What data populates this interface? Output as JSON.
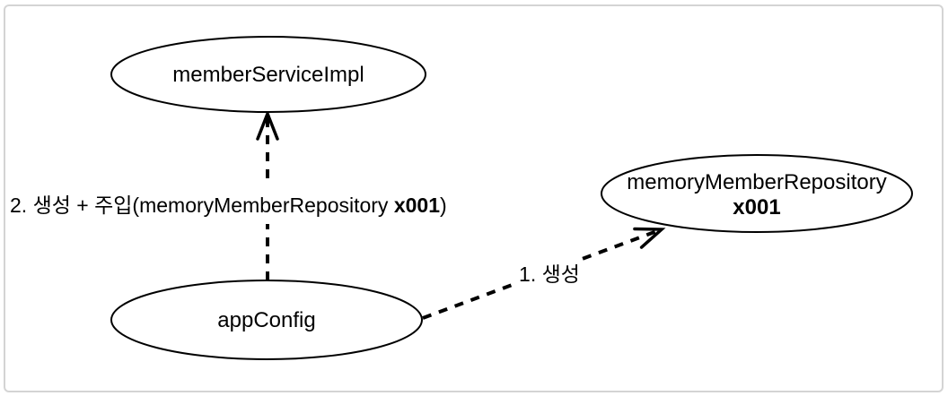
{
  "diagram": {
    "title": "spring-di-object-diagram",
    "nodes": {
      "member_service_impl": {
        "label": "memberServiceImpl"
      },
      "app_config": {
        "label": "appConfig"
      },
      "memory_member_repository": {
        "line1": "memoryMemberRepository",
        "line2": "x001"
      }
    },
    "edges": {
      "create_inject": {
        "from": "appConfig",
        "to": "memberServiceImpl",
        "prefix": "2. 생성 + 주입(memoryMemberRepository ",
        "bold": "x001",
        "suffix": ")"
      },
      "create": {
        "from": "appConfig",
        "to": "memoryMemberRepository",
        "label": "1. 생성"
      }
    },
    "colors": {
      "node_stroke": "#000000",
      "node_fill": "#ffffff",
      "arrow": "#000000",
      "frame_border": "#d4d4d4",
      "background": "#ffffff",
      "text": "#000000"
    }
  }
}
